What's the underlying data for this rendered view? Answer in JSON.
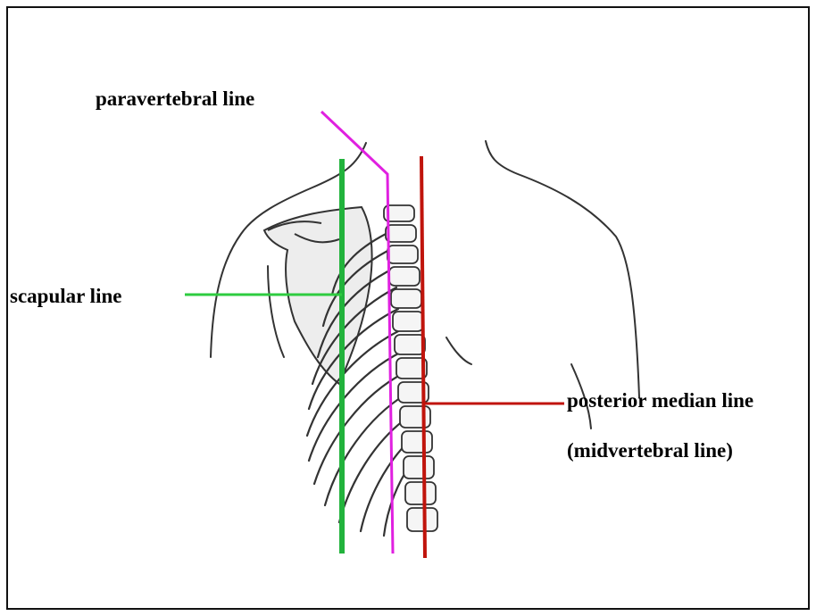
{
  "labels": {
    "paravertebral": "paravertebral line",
    "scapular": "scapular line",
    "posterior_median": "posterior median line",
    "midvertebral": "(midvertebral line)"
  },
  "colors": {
    "scapular_line": "#22b33c",
    "scapular_pointer": "#2ecc40",
    "paravertebral_line": "#e020e0",
    "posterior_median_line": "#c0140c",
    "outline": "#333333",
    "frame": "#111111"
  }
}
